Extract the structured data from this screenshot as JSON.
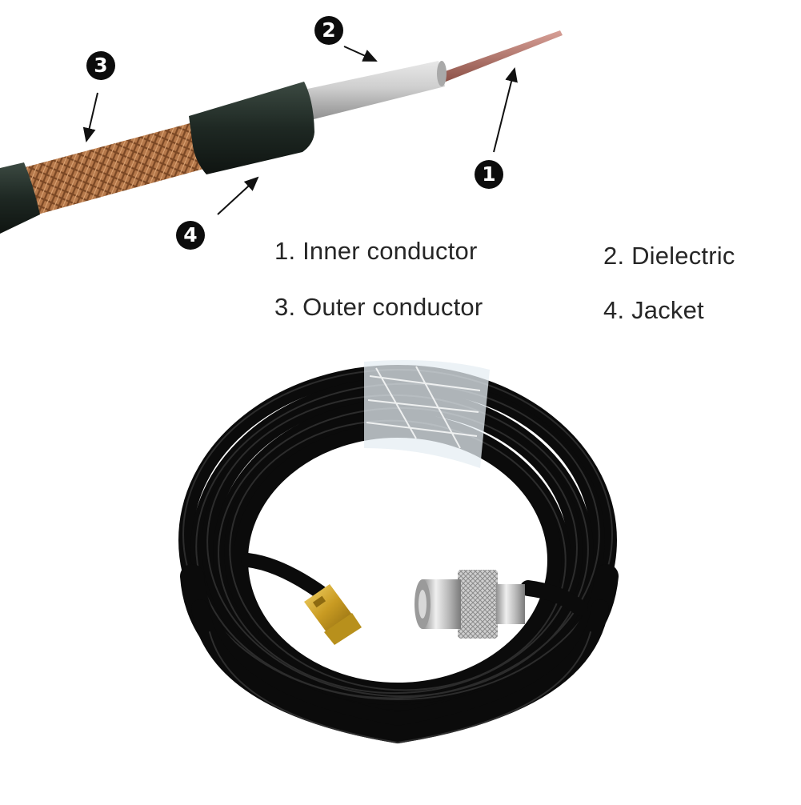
{
  "diagram": {
    "callouts": [
      {
        "id": "1",
        "number": "1"
      },
      {
        "id": "2",
        "number": "2"
      },
      {
        "id": "3",
        "number": "3"
      },
      {
        "id": "4",
        "number": "4"
      }
    ],
    "legend": {
      "item_1": "1. Inner conductor",
      "item_2": "2. Dielectric",
      "item_3": "3. Outer conductor",
      "item_4": "4. Jacket"
    },
    "colors": {
      "inner_conductor": "#b07060",
      "dielectric": "#c8c8c8",
      "outer_conductor_braid": "#b87a4b",
      "jacket": "#1f2a24",
      "cable": "#111111",
      "sma_connector": "#d4a52a",
      "n_connector": "#c4c4c4"
    }
  }
}
